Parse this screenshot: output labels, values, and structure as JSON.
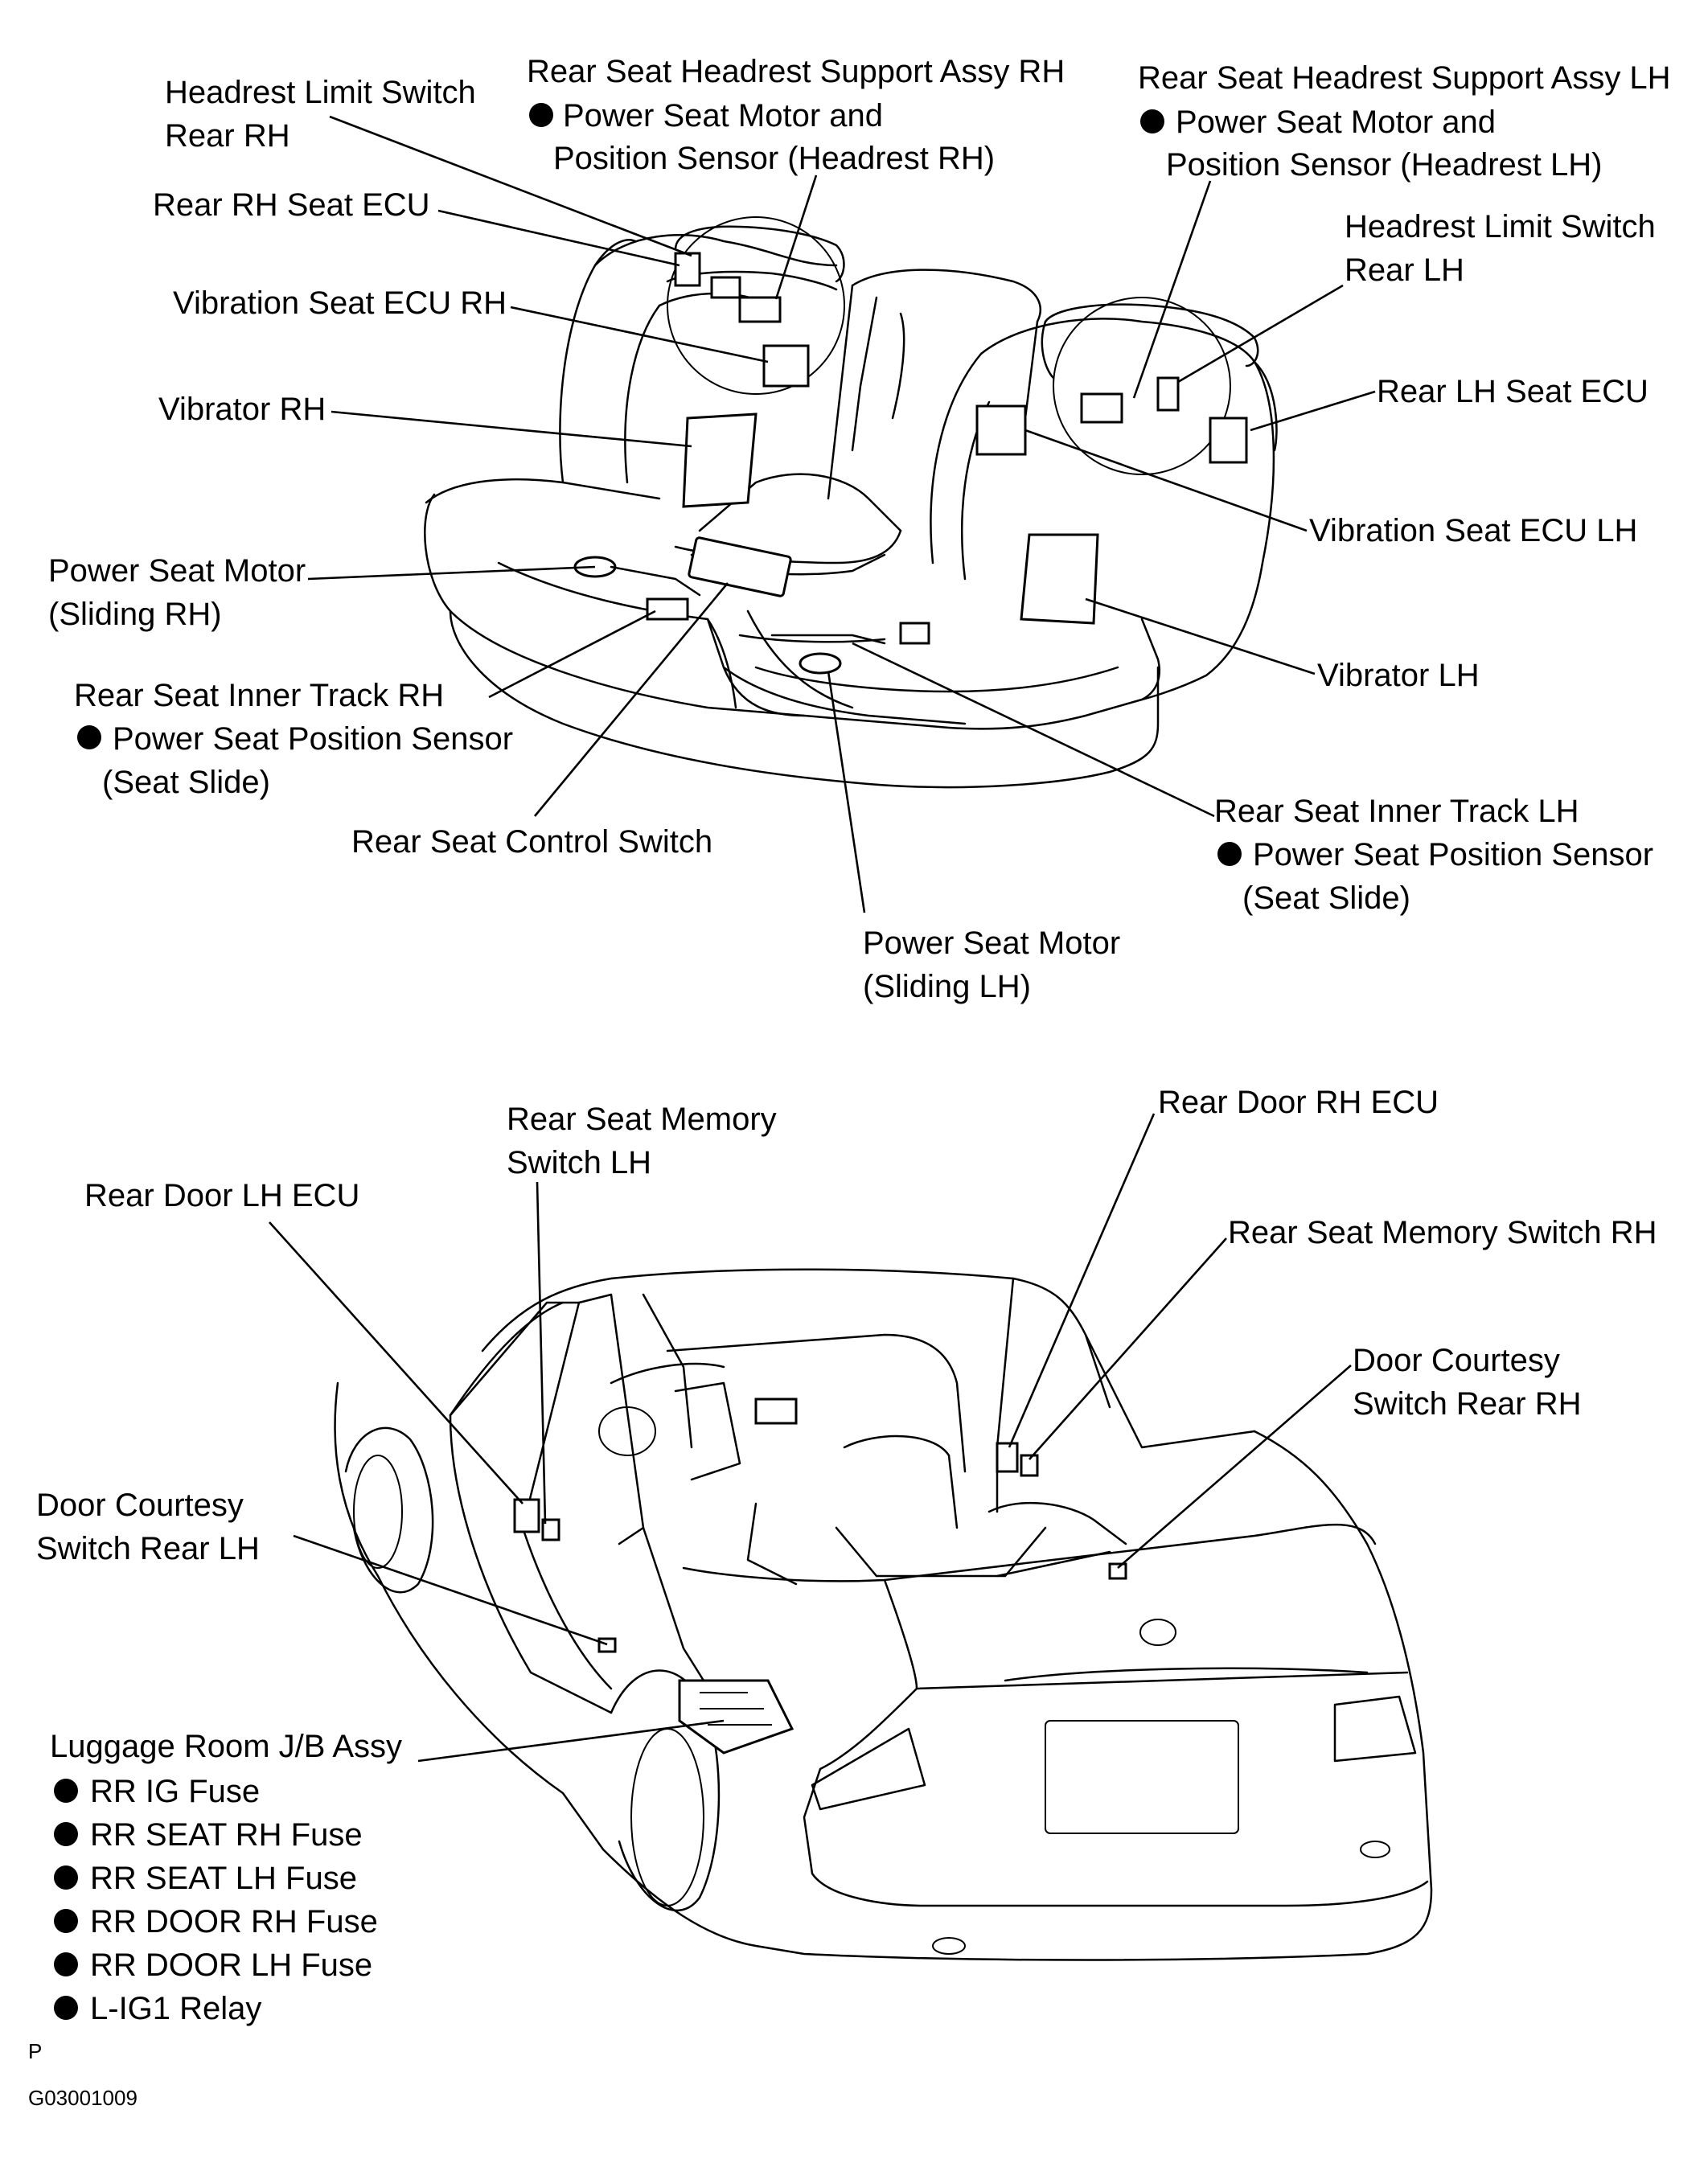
{
  "labels": {
    "headrest_limit_switch_rh": [
      "Headrest Limit Switch",
      "Rear RH"
    ],
    "headrest_support_rh": [
      "Rear Seat Headrest Support Assy RH",
      "Power Seat Motor and",
      "Position Sensor (Headrest RH)"
    ],
    "headrest_support_lh": [
      "Rear Seat Headrest Support Assy LH",
      "Power Seat Motor and",
      "Position Sensor (Headrest LH)"
    ],
    "rear_rh_seat_ecu": "Rear RH Seat ECU",
    "headrest_limit_switch_lh": [
      "Headrest Limit Switch",
      "Rear LH"
    ],
    "vibration_seat_ecu_rh": "Vibration Seat ECU RH",
    "rear_lh_seat_ecu": "Rear LH Seat ECU",
    "vibrator_rh": "Vibrator RH",
    "vibration_seat_ecu_lh": "Vibration Seat ECU LH",
    "power_seat_motor_sliding_rh": [
      "Power Seat Motor",
      "(Sliding RH)"
    ],
    "vibrator_lh": "Vibrator LH",
    "inner_track_rh": [
      "Rear Seat Inner Track RH",
      "Power Seat Position Sensor",
      "(Seat Slide)"
    ],
    "rear_seat_control_switch": "Rear Seat Control Switch",
    "inner_track_lh": [
      "Rear Seat Inner Track LH",
      "Power Seat Position Sensor",
      "(Seat Slide)"
    ],
    "power_seat_motor_sliding_lh": [
      "Power Seat Motor",
      "(Sliding LH)"
    ],
    "rear_seat_memory_switch_lh": [
      "Rear Seat Memory",
      "Switch LH"
    ],
    "rear_door_rh_ecu": "Rear Door RH ECU",
    "rear_door_lh_ecu": "Rear Door LH ECU",
    "rear_seat_memory_switch_rh": "Rear Seat Memory Switch RH",
    "door_courtesy_switch_rear_rh": [
      "Door Courtesy",
      "Switch Rear RH"
    ],
    "door_courtesy_switch_rear_lh": [
      "Door Courtesy",
      "Switch Rear LH"
    ],
    "luggage_room_jb": "Luggage Room J/B Assy",
    "luggage_room_jb_items": [
      "RR IG Fuse",
      "RR SEAT RH Fuse",
      "RR SEAT LH Fuse",
      "RR DOOR RH Fuse",
      "RR DOOR LH Fuse",
      "L-IG1 Relay"
    ]
  },
  "footer": {
    "mark": "P",
    "code": "G03001009"
  }
}
